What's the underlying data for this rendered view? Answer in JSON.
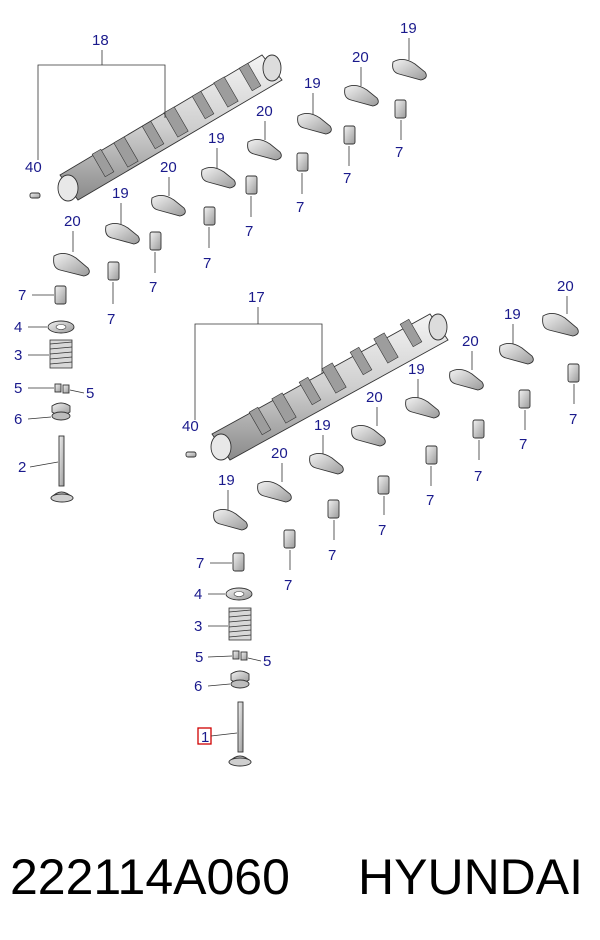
{
  "labels": {
    "valve_intake": "1",
    "valve_exhaust": "2",
    "spring": "3",
    "retainer": "4",
    "cotter": "5",
    "seal": "6",
    "lash_adjuster": "7",
    "camshaft_exhaust": "17",
    "camshaft_intake": "18",
    "rocker_arm_a": "19",
    "rocker_arm_b": "20",
    "pin": "40"
  },
  "highlight_color": "#d00000",
  "label_color": "#1a1a8c",
  "caption": {
    "part_number": "222114A060",
    "brand": "HYUNDAI"
  }
}
